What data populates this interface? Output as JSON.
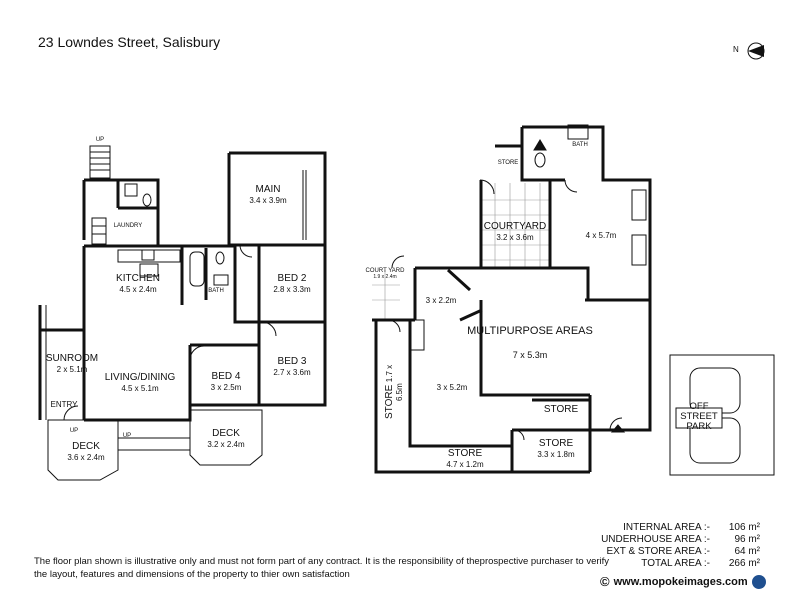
{
  "header": {
    "address": "23 Lowndes Street, Salisbury"
  },
  "compass": {
    "letter": "N"
  },
  "rooms_left": {
    "main": {
      "name": "MAIN",
      "dim": "3.4 x 3.9m"
    },
    "bed2": {
      "name": "BED 2",
      "dim": "2.8 x 3.3m"
    },
    "bed3": {
      "name": "BED 3",
      "dim": "2.7 x 3.6m"
    },
    "bed4": {
      "name": "BED 4",
      "dim": "3 x 2.5m"
    },
    "kitchen": {
      "name": "KITCHEN",
      "dim": "4.5 x 2.4m"
    },
    "living": {
      "name": "LIVING/DINING",
      "dim": "4.5 x 5.1m"
    },
    "sunroom": {
      "name": "SUNROOM",
      "dim": "2 x 5.1m"
    },
    "laundry": {
      "name": "LAUNDRY"
    },
    "bath": {
      "name": "BATH"
    },
    "entry": {
      "name": "ENTRY"
    },
    "deck1": {
      "name": "DECK",
      "dim": "3.6 x 2.4m"
    },
    "deck2": {
      "name": "DECK",
      "dim": "3.2 x 2.4m"
    },
    "up1": "UP",
    "up2": "UP",
    "up3": "UP"
  },
  "rooms_right": {
    "bath": {
      "name": "BATH"
    },
    "store_top": {
      "name": "STORE"
    },
    "courtyard": {
      "name": "COURTYARD",
      "dim": "3.2 x 3.6m"
    },
    "room_4x57": {
      "dim": "4 x 5.7m"
    },
    "court_yard_small": {
      "name": "COURT YARD",
      "dim": "1.9 x 2.4m"
    },
    "room_3x22": {
      "dim": "3 x 2.2m"
    },
    "multipurpose": {
      "name": "MULTIPURPOSE AREAS",
      "dim": "7 x 5.3m"
    },
    "room_3x52": {
      "dim": "3 x 5.2m"
    },
    "store_left": {
      "name": "STORE",
      "dim": "1.7 x 6.5m"
    },
    "store_mid": {
      "name": "STORE"
    },
    "store_bottom_right": {
      "name": "STORE",
      "dim": "3.3 x 1.8m"
    },
    "store_bottom": {
      "name": "STORE",
      "dim": "4.7 x 1.2m"
    }
  },
  "parking": {
    "label": "OFF STREET PARK"
  },
  "areas": [
    {
      "key": "INTERNAL AREA :-",
      "value": "106 m²"
    },
    {
      "key": "UNDERHOUSE AREA :-",
      "value": "96 m²"
    },
    {
      "key": "EXT & STORE AREA :-",
      "value": "64 m²"
    },
    {
      "key": "TOTAL AREA :-",
      "value": "266 m²"
    }
  ],
  "footer": {
    "disclaimer": "The floor plan shown is illustrative only and must not form part of any contract. It is the responsibility of theprospective  purchaser to verify the layout, features and dimensions of the property to thier own satisfaction",
    "copyright": "©",
    "website": "www.mopokeimages.com"
  }
}
